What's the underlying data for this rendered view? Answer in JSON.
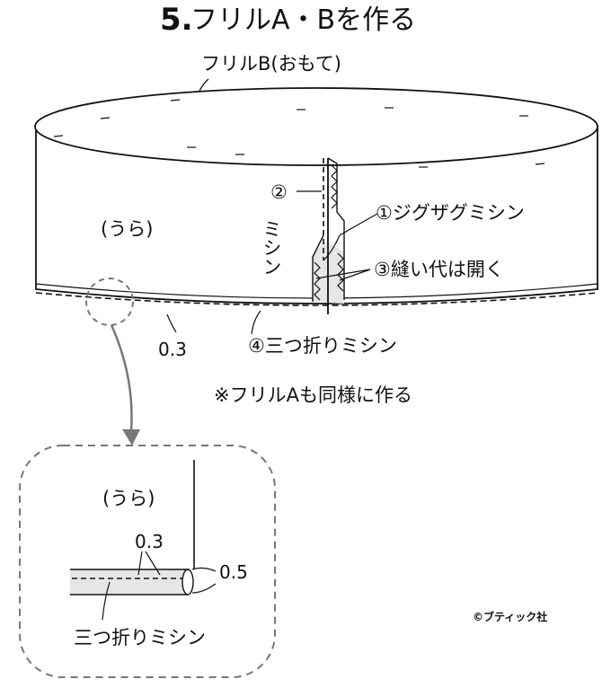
{
  "title": {
    "number": "5.",
    "text": "フリルA・Bを作る"
  },
  "labels": {
    "frill_b_front": "フリルB(おもて)",
    "back_side": "(うら)",
    "label_2_num": "②",
    "label_2_text": "ミシン",
    "label_1": "①ジグザグミシン",
    "label_3": "③縫い代は開く",
    "measure_03": "0.3",
    "label_4": "④三つ折りミシン",
    "note": "※フリルAも同様に作る"
  },
  "detail": {
    "back_side": "(うら)",
    "measure_03": "0.3",
    "measure_05": "0.5",
    "caption": "三つ折りミシン"
  },
  "copyright": "©ブティック社",
  "colors": {
    "line": "#111111",
    "gray_arrow": "#777777",
    "dashed_frame": "#777777",
    "fill_gray": "#e6e6e6"
  }
}
